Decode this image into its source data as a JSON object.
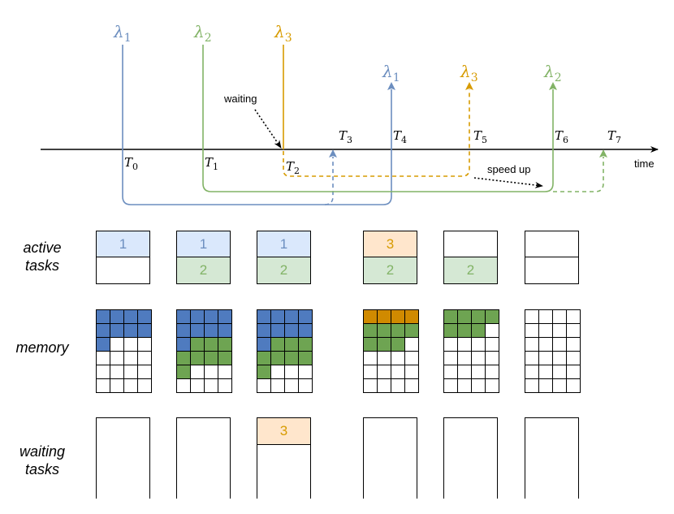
{
  "colors": {
    "task1": "#6c8ebf",
    "task2": "#82b366",
    "task3": "#d79b00",
    "task1_fill": "#dae8fc",
    "task2_fill": "#d5e8d4",
    "task3_fill": "#ffe6cc",
    "mem1": "#4f7bbf",
    "mem2": "#6ea452",
    "mem3": "#d08a00"
  },
  "timeline": {
    "axis_label": "time",
    "waiting_label": "waiting",
    "speedup_label": "speed up",
    "ticks": [
      {
        "sym": "T",
        "sub": "0"
      },
      {
        "sym": "T",
        "sub": "1"
      },
      {
        "sym": "T",
        "sub": "2"
      },
      {
        "sym": "T",
        "sub": "3"
      },
      {
        "sym": "T",
        "sub": "4"
      },
      {
        "sym": "T",
        "sub": "5"
      },
      {
        "sym": "T",
        "sub": "6"
      },
      {
        "sym": "T",
        "sub": "7"
      }
    ],
    "arrivals": [
      {
        "sym": "λ",
        "sub": "1",
        "task": "1"
      },
      {
        "sym": "λ",
        "sub": "2",
        "task": "2"
      },
      {
        "sym": "λ",
        "sub": "3",
        "task": "3"
      }
    ],
    "completions": [
      {
        "sym": "λ",
        "sub": "1",
        "task": "1"
      },
      {
        "sym": "λ",
        "sub": "3",
        "task": "3"
      },
      {
        "sym": "λ",
        "sub": "2",
        "task": "2"
      }
    ]
  },
  "rows": {
    "active": "active\ntasks",
    "memory": "memory",
    "waiting": "waiting\ntasks"
  },
  "states": [
    {
      "active": [
        "1",
        ""
      ],
      "memory": [
        1,
        1,
        1,
        1,
        1,
        1,
        1,
        1,
        1,
        0,
        0,
        0,
        0,
        0,
        0,
        0,
        0,
        0,
        0,
        0,
        0,
        0,
        0,
        0
      ],
      "waiting": ""
    },
    {
      "active": [
        "1",
        "2"
      ],
      "memory": [
        1,
        1,
        1,
        1,
        1,
        1,
        1,
        1,
        1,
        2,
        2,
        2,
        2,
        2,
        2,
        2,
        2,
        0,
        0,
        0,
        0,
        0,
        0,
        0
      ],
      "waiting": ""
    },
    {
      "active": [
        "1",
        "2"
      ],
      "memory": [
        1,
        1,
        1,
        1,
        1,
        1,
        1,
        1,
        1,
        2,
        2,
        2,
        2,
        2,
        2,
        2,
        2,
        0,
        0,
        0,
        0,
        0,
        0,
        0
      ],
      "waiting": "3"
    },
    {
      "active": [
        "3",
        "2"
      ],
      "memory": [
        3,
        3,
        3,
        3,
        2,
        2,
        2,
        2,
        2,
        2,
        2,
        0,
        0,
        0,
        0,
        0,
        0,
        0,
        0,
        0,
        0,
        0,
        0,
        0
      ],
      "waiting": ""
    },
    {
      "active": [
        "",
        "2"
      ],
      "memory": [
        2,
        2,
        2,
        2,
        2,
        2,
        2,
        0,
        0,
        0,
        0,
        0,
        0,
        0,
        0,
        0,
        0,
        0,
        0,
        0,
        0,
        0,
        0,
        0
      ],
      "waiting": ""
    },
    {
      "active": [
        "",
        ""
      ],
      "memory": [
        0,
        0,
        0,
        0,
        0,
        0,
        0,
        0,
        0,
        0,
        0,
        0,
        0,
        0,
        0,
        0,
        0,
        0,
        0,
        0,
        0,
        0,
        0,
        0
      ],
      "waiting": ""
    }
  ]
}
